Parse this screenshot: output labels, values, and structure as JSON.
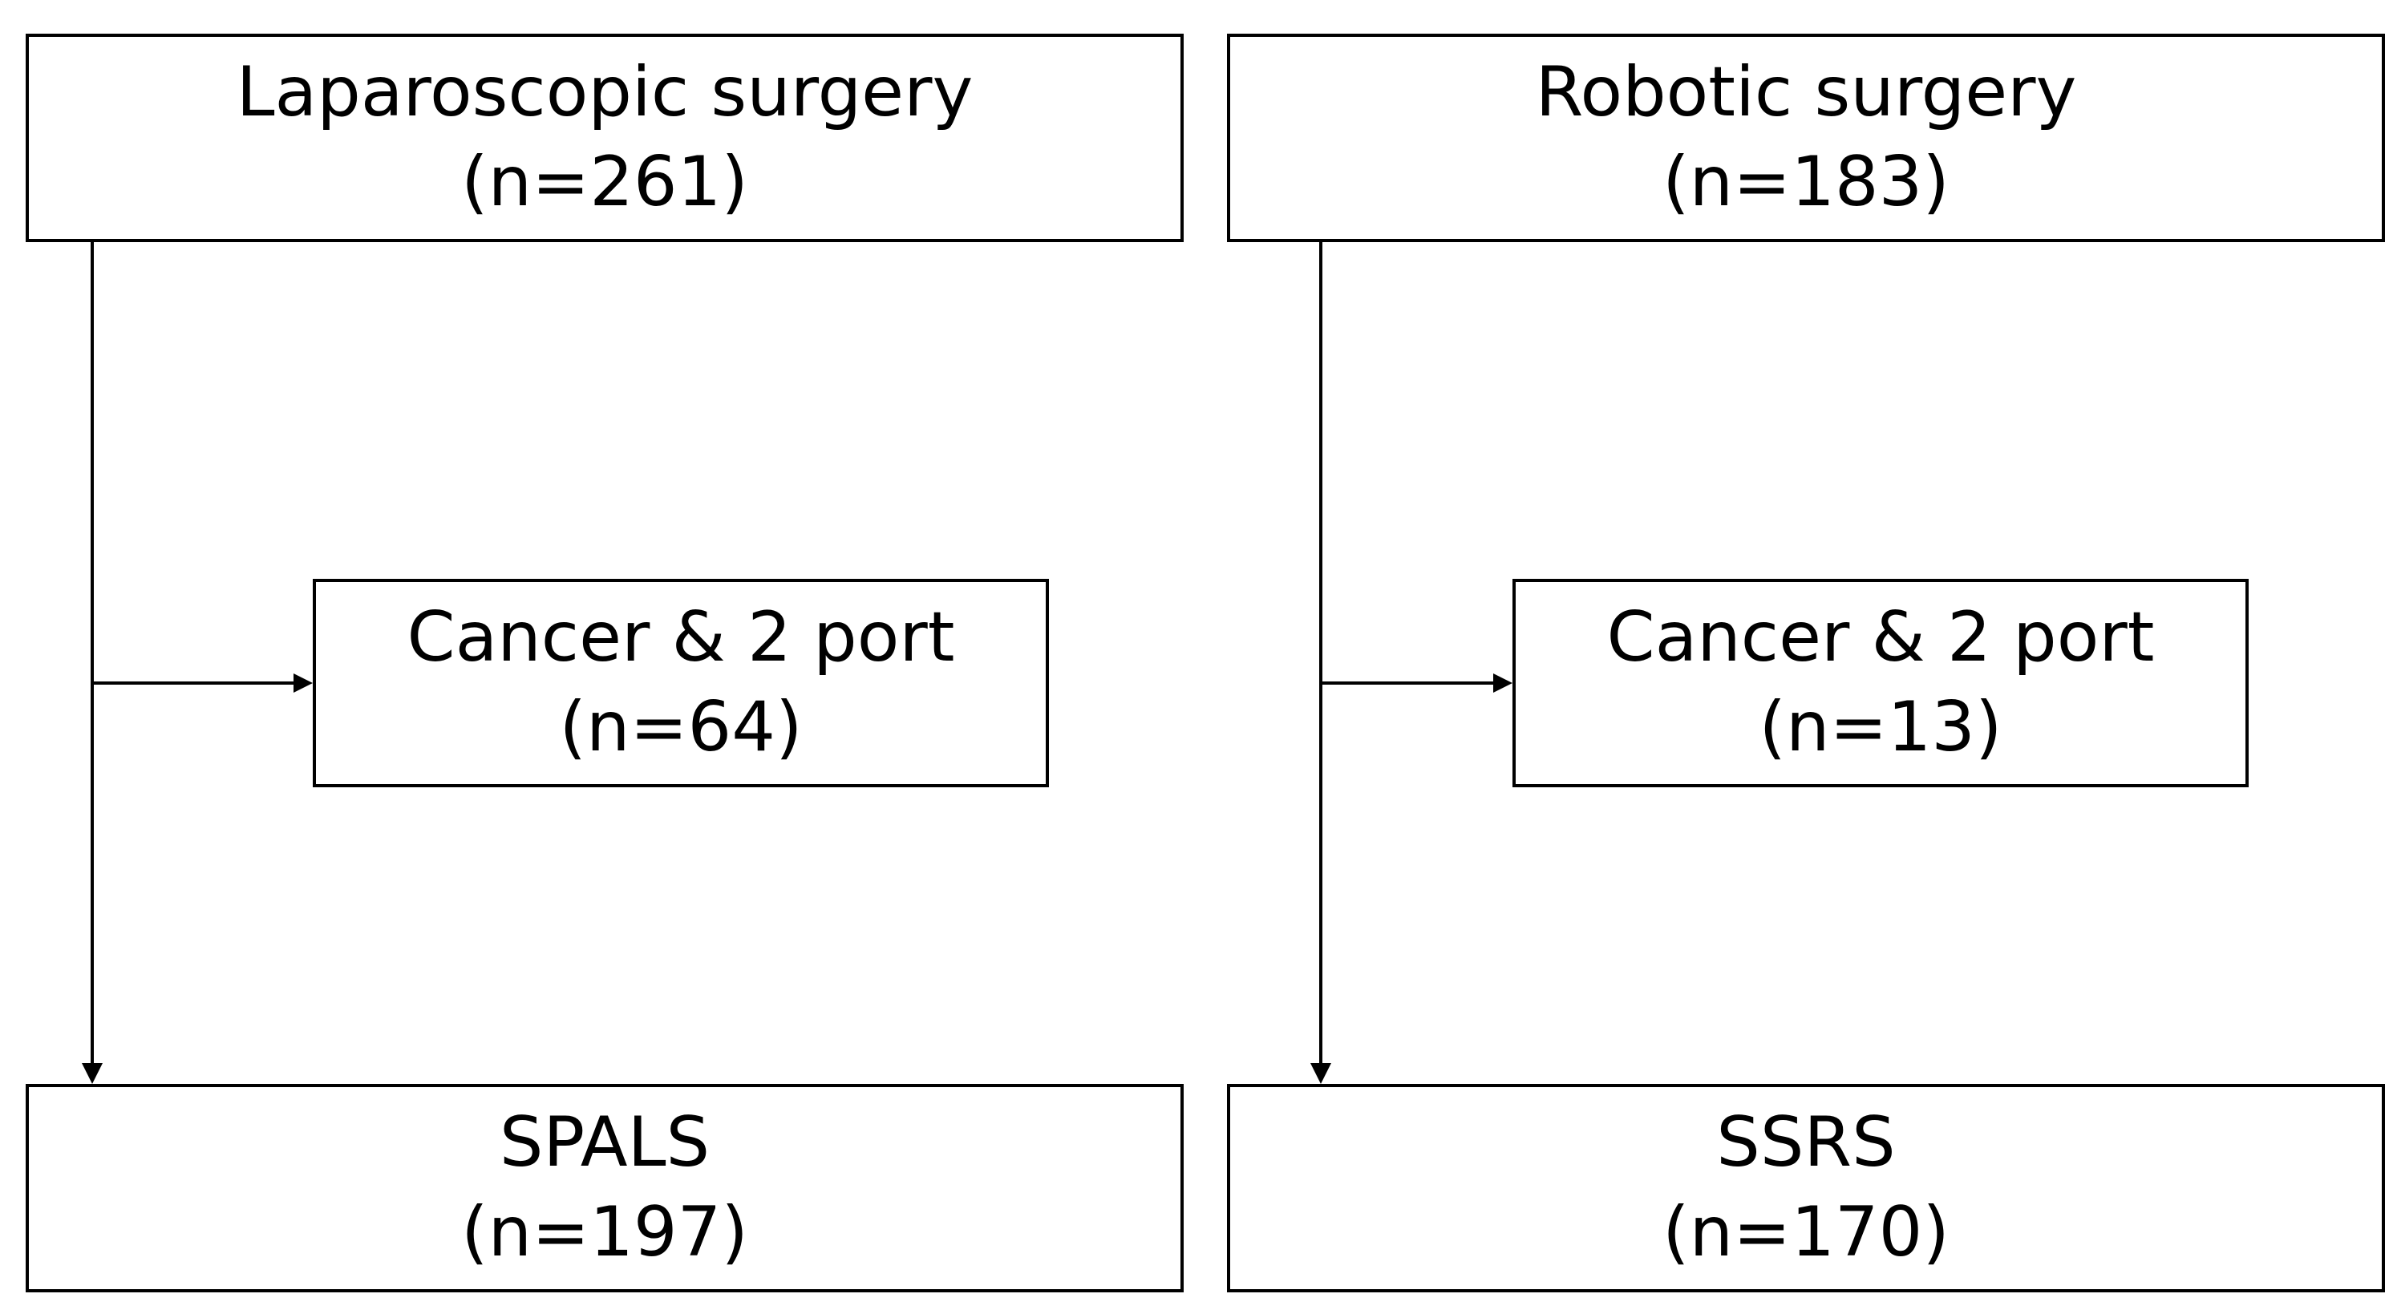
{
  "diagram": {
    "laparoscopic": {
      "title": "Laparoscopic surgery",
      "count": "(n=261)"
    },
    "robotic": {
      "title": "Robotic surgery",
      "count": "(n=183)"
    },
    "laparoscopic_excluded": {
      "title": "Cancer & 2 port",
      "count": "(n=64)"
    },
    "robotic_excluded": {
      "title": "Cancer & 2 port",
      "count": "(n=13)"
    },
    "spals": {
      "title": "SPALS",
      "count": "(n=197)"
    },
    "ssrs": {
      "title": "SSRS",
      "count": "(n=170)"
    },
    "colors": {
      "line": "#000000",
      "background": "#ffffff"
    }
  }
}
